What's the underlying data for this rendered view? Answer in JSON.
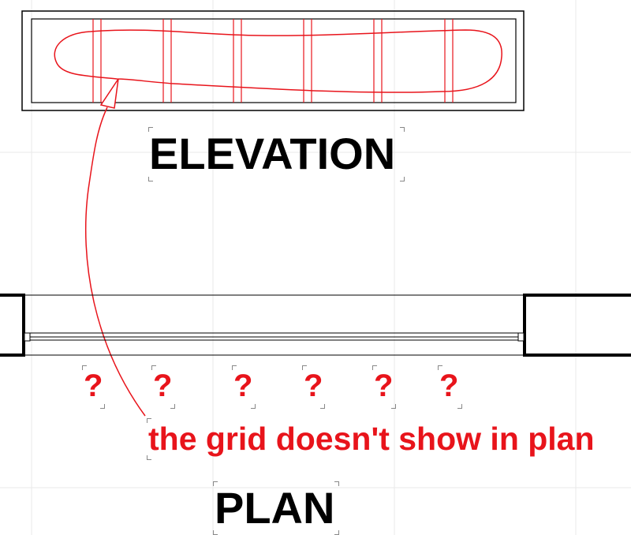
{
  "labels": {
    "elevation": "ELEVATION",
    "plan": "PLAN",
    "note": "the grid doesn't show in plan",
    "question": "?"
  },
  "colors": {
    "annotation": "#e8141b",
    "linework": "#000000",
    "grid": "#e6e6e6"
  }
}
